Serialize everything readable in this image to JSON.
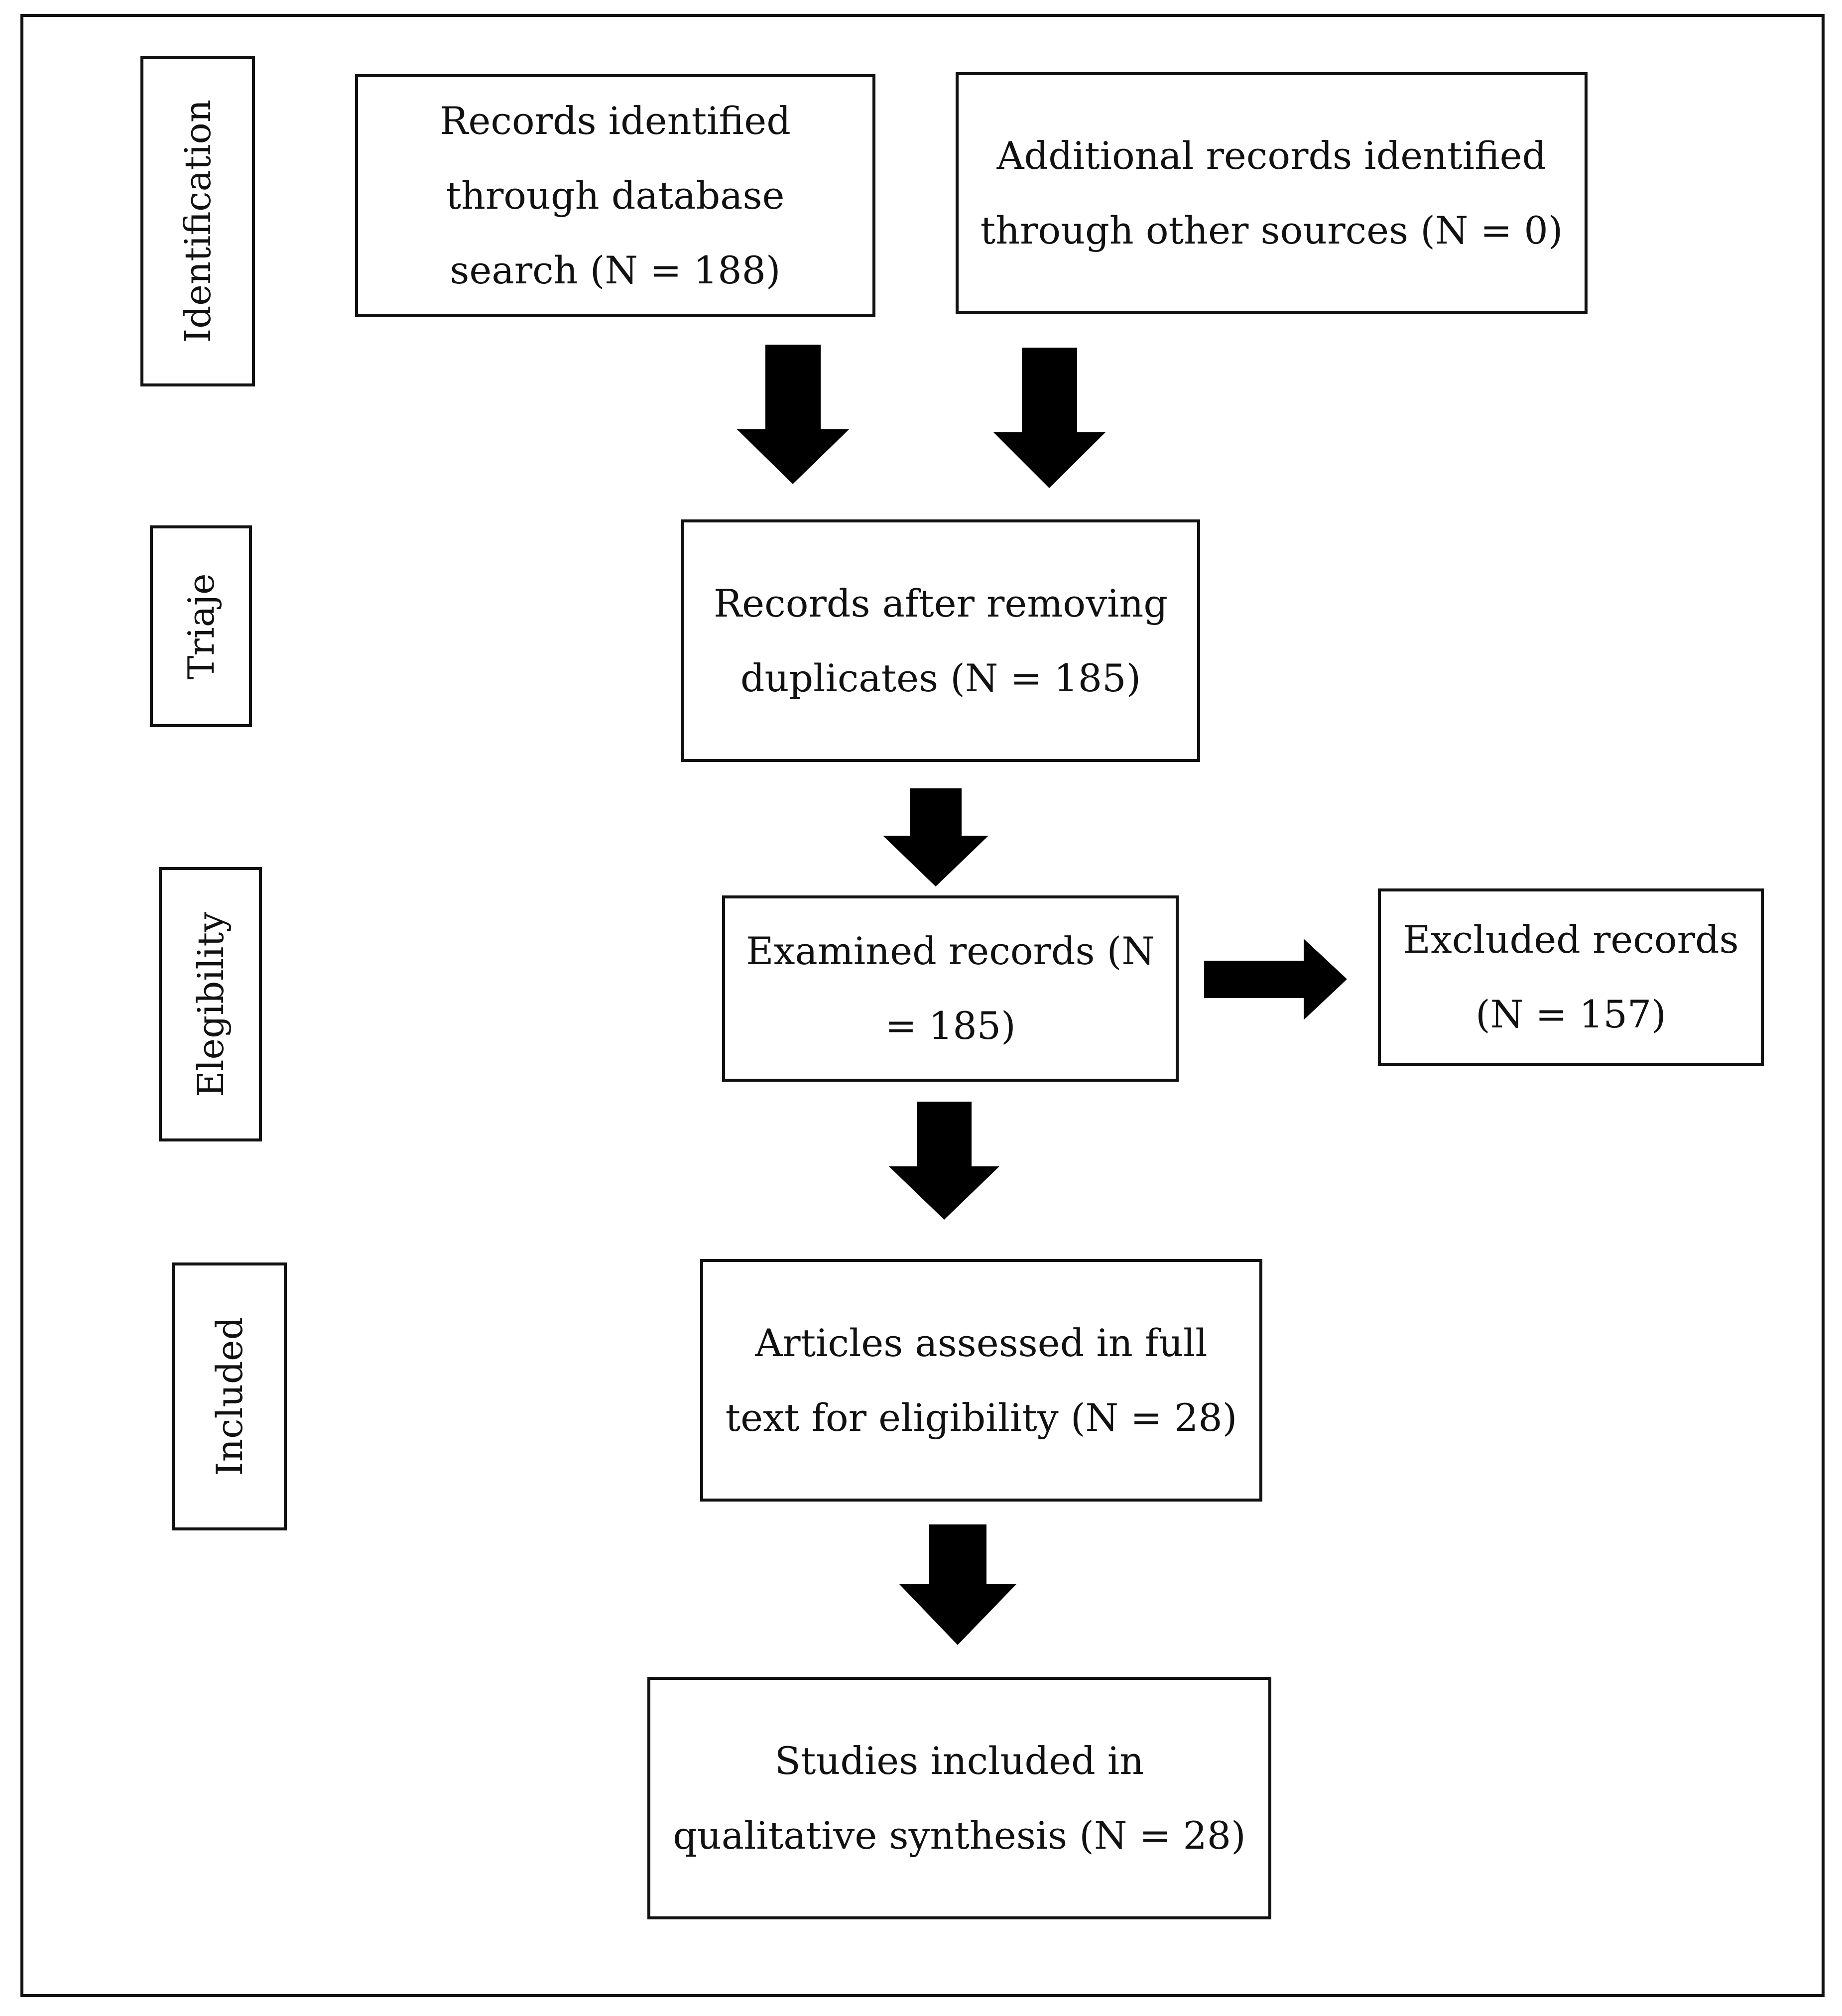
{
  "stages": {
    "identification": "Identification",
    "triage": "Triaje",
    "eligibility": "Elegibility",
    "included": "Included"
  },
  "boxes": {
    "database_search": "Records identified through database search (N = 188)",
    "other_sources": "Additional records identified through other sources (N = 0)",
    "after_duplicates": "Records after removing duplicates (N = 185)",
    "examined": "Examined records (N = 185)",
    "excluded": "Excluded records (N = 157)",
    "full_text": "Articles assessed in full text for eligibility (N = 28)",
    "qualitative": "Studies included in qualitative synthesis (N = 28)"
  },
  "colors": {
    "line": "#111111",
    "arrow": "#000000",
    "background": "#ffffff"
  }
}
